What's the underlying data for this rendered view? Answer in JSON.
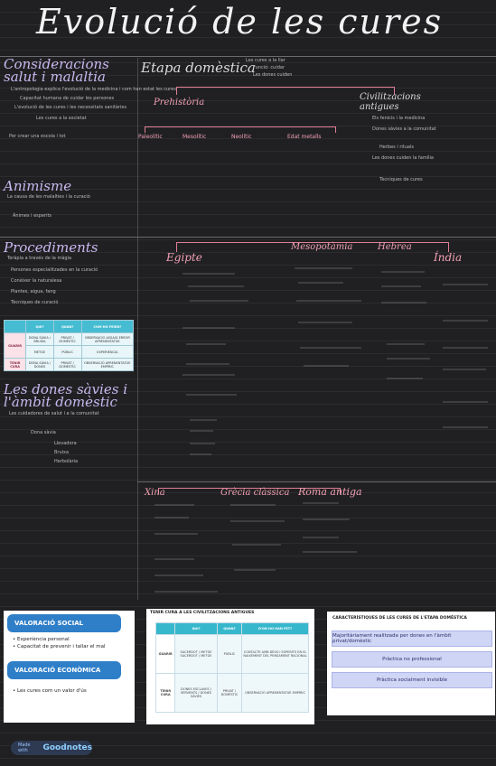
{
  "title": "Evolució de les cures",
  "left": {
    "consideracions": {
      "heading": "Consideracions salut i malaltia",
      "lines": [
        "L'antropologia explica l'evolució de la medicina i com han estat les cures",
        "Capacitat humana de cuidar les persones",
        "L'evolució de les cures i les necessitats sanitàries",
        "Les cures a la societat",
        "Per crear una escola i tot"
      ]
    },
    "animisme": {
      "heading": "Animisme",
      "lines": [
        "La causa de les malalties i la curació",
        "Ànimes i esperits"
      ]
    },
    "procediments": {
      "heading": "Procediments",
      "lines": [
        "Teràpia a través de la màgia",
        "Persones especialitzades en la curació",
        "Conèixer la naturalesa",
        "Plantes, aigua, fang",
        "Tècniques de curació"
      ]
    },
    "table": {
      "headers": [
        "",
        "QUI?",
        "QUAN?",
        "COM HO FEIEN?"
      ],
      "rows": [
        {
          "label": "GUARIR",
          "cells": [
            "DONA SÀVIA / BRUIXA",
            "PRIVAT / DOMÈSTIC",
            "OBSERVACIÓ ASSAIG ERROR APRENENTATGE"
          ]
        },
        {
          "label": "",
          "cells": [
            "METGE",
            "PÚBLIC",
            "EXPERIÈNCIA"
          ]
        },
        {
          "label": "TENIR CURA",
          "cells": [
            "DONA SÀVIA / DONES",
            "PRIVAT / DOMÈSTIC",
            "OBSERVACIÓ APRENENTATGE EMPÍRIC"
          ]
        }
      ]
    },
    "dones": {
      "heading": "Les dones sàvies i l'àmbit domèstic",
      "lines": [
        "Les cuidadores de salut i a la comunitat",
        "Dona sàvia",
        "Llevadora",
        "Bruixa",
        "Herbolària"
      ]
    }
  },
  "domestica": {
    "heading": "Etapa domèstica",
    "notes": [
      "Les cures a la llar",
      "Funció: cuidar",
      "Les dones cuiden"
    ],
    "prehistoria": "Prehistòria",
    "civilitzacions": "Civilitzacions antigues",
    "periods": [
      "Paleolític",
      "Mesolític",
      "Neolític",
      "Edat metalls"
    ],
    "civ_notes": [
      "Els fenicis i la medicina",
      "Dones sàvies a la comunitat",
      "Herbes i rituals",
      "Les dones cuiden la família",
      "Tècniques de cures"
    ]
  },
  "egipte": {
    "heading": "Egipte",
    "mesopotamia": "Mesopotàmia",
    "hebrea": "Hebrea",
    "india": "Índia"
  },
  "bottom_tree": {
    "xina": "Xina",
    "grecia": "Grècia clàssica",
    "roma": "Roma antiga"
  },
  "cards": {
    "social_title": "VALORACIÓ SOCIAL",
    "social_items": [
      "Experiència personal",
      "Capacitat de prevenir i tallar el mal"
    ],
    "economica_title": "VALORACIÓ ECONÒMICA",
    "economica_items": [
      "Les cures com un valor d'ús"
    ],
    "table_title": "TENIR CURA A LES CIVILITZACIONS ANTIGUES",
    "table_headers": [
      "",
      "QUI?",
      "QUAN?",
      "D'ON HO HAN FET?"
    ],
    "table_rows": [
      {
        "label": "GUARIR",
        "cells": [
          "SACERDOT / METGE SACERDOT / METGE",
          "PÚBLIC",
          "CONTACTE AMB DÉUS I ESPERITS EN EL NAIXEMENT DEL PENSAMENT RACIONAL"
        ]
      },
      {
        "label": "TENIR CURA",
        "cells": [
          "DONES ESCLAVES / SERVENTS / DONES SÀVIES",
          "PRIVAT / DOMÈSTIC",
          "OBSERVACIÓ APRENENTATGE EMPÍRIC"
        ]
      }
    ],
    "char_title": "CARACTERÍSTIQUES DE LES CURES DE L'ETAPA DOMÈSTICA",
    "char_items": [
      "Majoritàriament realitzada per dones en l'àmbit privat/domèstic",
      "Pràctica no professional",
      "Pràctica socialment invisible"
    ]
  },
  "badge": {
    "prefix": "Made with",
    "brand": "Goodnotes"
  },
  "colors": {
    "accent_purple": "#c9b8f0",
    "accent_pink": "#f2a0b4",
    "card_blue": "#2f7fc8"
  }
}
